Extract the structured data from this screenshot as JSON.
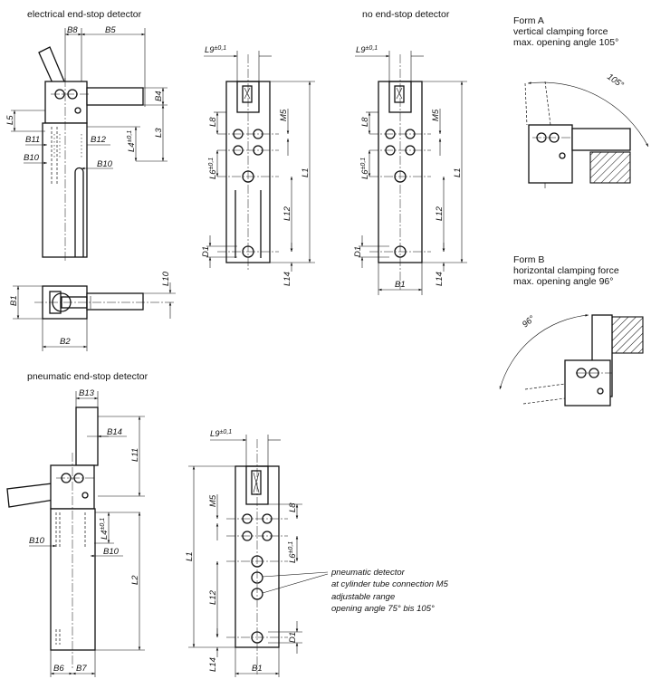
{
  "views": {
    "electrical": {
      "title": "electrical end-stop detector",
      "dims": {
        "b8": "B8",
        "b5": "B5",
        "b4": "B4",
        "l5": "L5",
        "l3": "L3",
        "b11": "B11",
        "b12": "B12",
        "l4": "L4",
        "l4_tol": "±0,1",
        "b10a": "B10",
        "b10b": "B10",
        "b1": "B1",
        "b2": "B2",
        "l10": "L10"
      }
    },
    "no_detector": {
      "title": "no end-stop detector"
    },
    "side_a": {
      "dims": {
        "l9": "L9",
        "l9_tol": "±0,1",
        "l8": "L8",
        "m5": "M5",
        "l6": "L6",
        "l6_tol": "±0,1",
        "l1": "L1",
        "l12": "L12",
        "d1": "D1",
        "l14": "L14"
      }
    },
    "side_b": {
      "dims": {
        "l9": "L9",
        "l9_tol": "±0,1",
        "l8": "L8",
        "m5": "M5",
        "l6": "L6",
        "l6_tol": "±0,1",
        "l1": "L1",
        "l12": "L12",
        "d1": "D1",
        "l14": "L14",
        "b1": "B1"
      }
    },
    "pneumatic": {
      "title": "pneumatic end-stop detector",
      "dims": {
        "b13": "B13",
        "b14": "B14",
        "l11": "L11",
        "b10a": "B10",
        "b10b": "B10",
        "l4": "L4",
        "l4_tol": "±0,1",
        "l2": "L2",
        "b6": "B6",
        "b7": "B7"
      }
    },
    "side_c": {
      "dims": {
        "l9": "L9",
        "l9_tol": "±0,1",
        "m5": "M5",
        "l8": "L8",
        "l6": "L6",
        "l6_tol": "±0,1",
        "l1": "L1",
        "l12": "L12",
        "d1": "D1",
        "l14": "L14",
        "b1": "B1"
      },
      "note": [
        "pneumatic detector",
        "at cylinder tube connection M5",
        "adjustable range",
        "opening angle 75° bis 105°"
      ]
    },
    "form_a": {
      "lines": [
        "Form A",
        "vertical clamping force",
        "max. opening angle 105°"
      ],
      "angle": "105°"
    },
    "form_b": {
      "lines": [
        "Form B",
        "horizontal clamping force",
        "max. opening angle 96°"
      ],
      "angle": "96°"
    }
  }
}
